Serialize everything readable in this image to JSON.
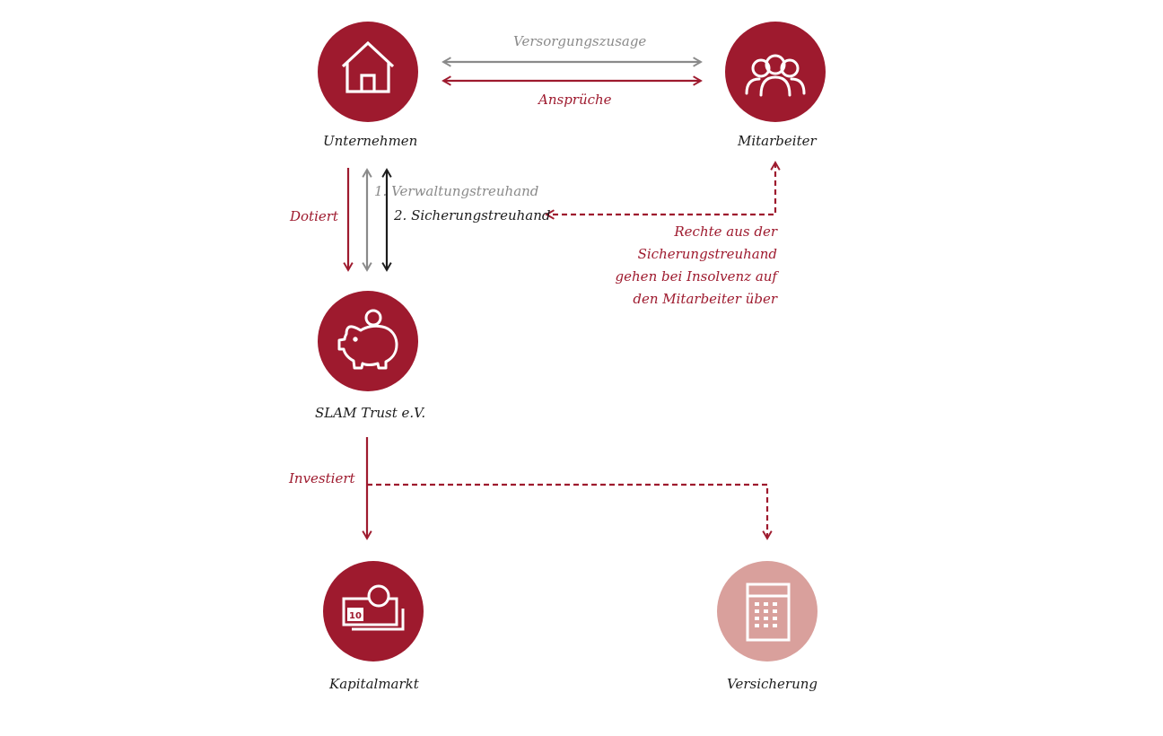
{
  "colors": {
    "primary": "#9e1a2e",
    "light": "#d9a09c",
    "grey": "#8a8a8a",
    "dark": "#1c1c1c"
  },
  "nodes": {
    "company": {
      "label": "Unternehmen",
      "icon": "house-icon"
    },
    "employee": {
      "label": "Mitarbeiter",
      "icon": "people-icon"
    },
    "trust": {
      "label": "SLAM Trust e.V.",
      "icon": "piggy-bank-icon"
    },
    "capital_market": {
      "label": "Kapitalmarkt",
      "icon": "money-icon",
      "money_value": "10"
    },
    "insurance": {
      "label": "Versicherung",
      "icon": "document-icon"
    }
  },
  "edges": {
    "pension_commitment": "Versorgungszusage",
    "claims": "Ansprüche",
    "funded": "Dotiert",
    "admin_trust": "1. Verwaltungstreuhand",
    "security_trust": "2. Sicherungstreuhand",
    "invested": "Investiert"
  },
  "insolvency_note": [
    "Rechte aus der",
    "Sicherungstreuhand",
    "gehen bei Insolvenz auf",
    "den Mitarbeiter über"
  ]
}
